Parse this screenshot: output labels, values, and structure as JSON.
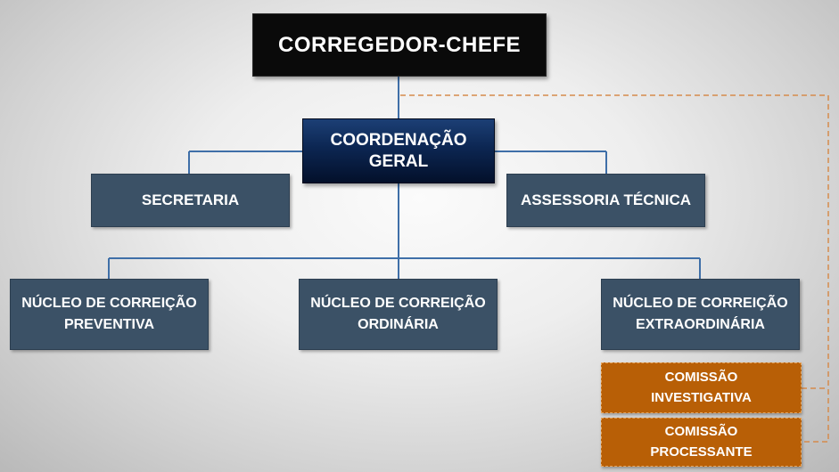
{
  "diagram": {
    "chief": "CORREGEDOR-CHEFE",
    "coordination": {
      "line1": "COORDENAÇÃO",
      "line2": "GERAL"
    },
    "secretaria": "SECRETARIA",
    "assessoria": "ASSESSORIA TÉCNICA",
    "nucleo_preventiva": {
      "line1": "NÚCLEO DE CORREIÇÃO",
      "line2": "PREVENTIVA"
    },
    "nucleo_ordinaria": {
      "line1": "NÚCLEO DE CORREIÇÃO",
      "line2": "ORDINÁRIA"
    },
    "nucleo_extraordinaria": {
      "line1": "NÚCLEO DE CORREIÇÃO",
      "line2": "EXTRAORDINÁRIA"
    },
    "comissao_investigativa": {
      "line1": "COMISSÃO",
      "line2": "INVESTIGATIVA"
    },
    "comissao_processante": {
      "line1": "COMISSÃO",
      "line2": "PROCESSANTE"
    }
  },
  "colors": {
    "connector": "#3f6fa8",
    "dashed_connector": "#d68b4c",
    "chief_box": "#0a0a0a",
    "coordination_box": "#0c2652",
    "unit_box": "#3b5166",
    "commission_box": "#b85f06"
  }
}
